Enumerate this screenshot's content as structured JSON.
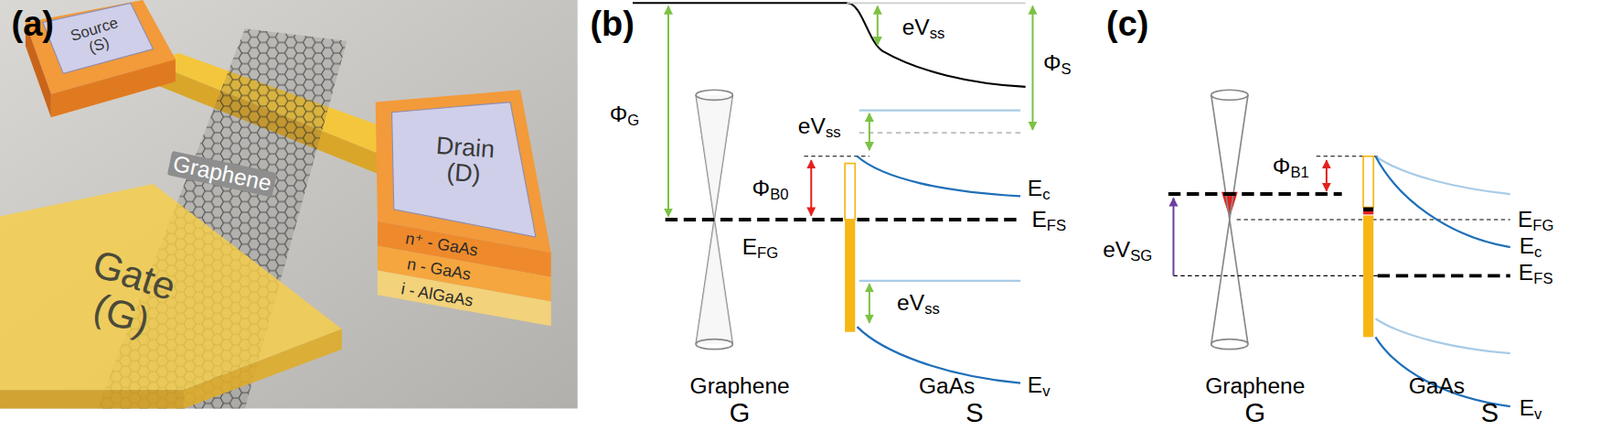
{
  "diagram": {
    "nodes": [
      {
        "text": [
          "Source (S)"
        ]
      },
      {
        "text": [
          "Drain (D)"
        ]
      },
      {
        "text": [
          "Gate (G)"
        ]
      }
    ],
    "labels": [
      "(a)",
      "Graphene",
      "n⁺ - GaAs",
      "n - GaAs",
      "i - AlGaAs",
      "(b)",
      "ΦG",
      "eVss",
      "ΦS",
      "eVss",
      "ΦB0",
      "Ec",
      "EFS",
      "EFG",
      "eVss",
      "Ev",
      "Graphene",
      "GaAs",
      "G",
      "S",
      "(c)",
      "ΦB1",
      "EFG",
      "eVSG",
      "Ec",
      "EFS",
      "Graphene",
      "GaAs",
      "G",
      "S",
      "Ev"
    ]
  }
}
